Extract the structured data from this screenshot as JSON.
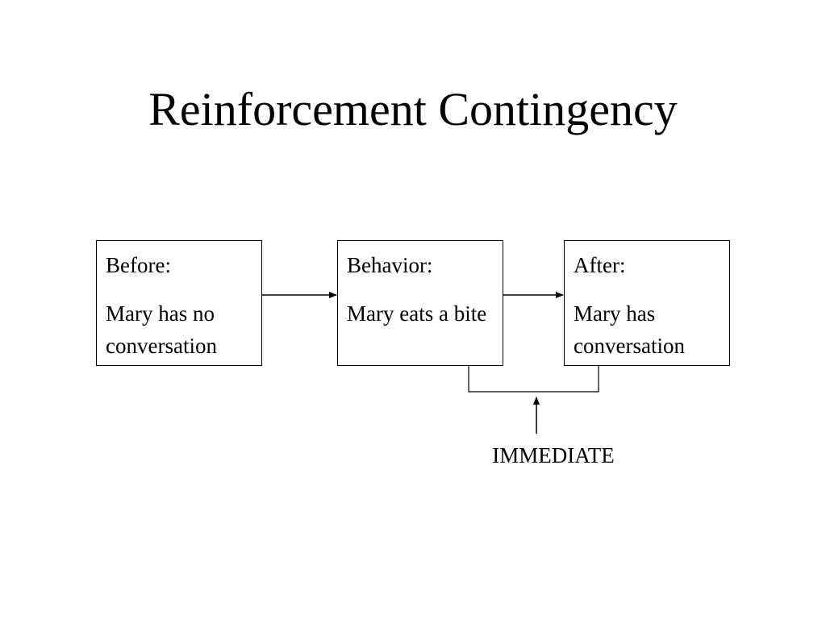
{
  "slide": {
    "title": "Reinforcement Contingency",
    "boxes": {
      "before": {
        "heading": "Before:",
        "body": "Mary has no conversation"
      },
      "behavior": {
        "heading": "Behavior:",
        "body": "Mary eats a bite"
      },
      "after": {
        "heading": "After:",
        "body": "Mary has conversation"
      }
    },
    "timing_label": "IMMEDIATE"
  }
}
